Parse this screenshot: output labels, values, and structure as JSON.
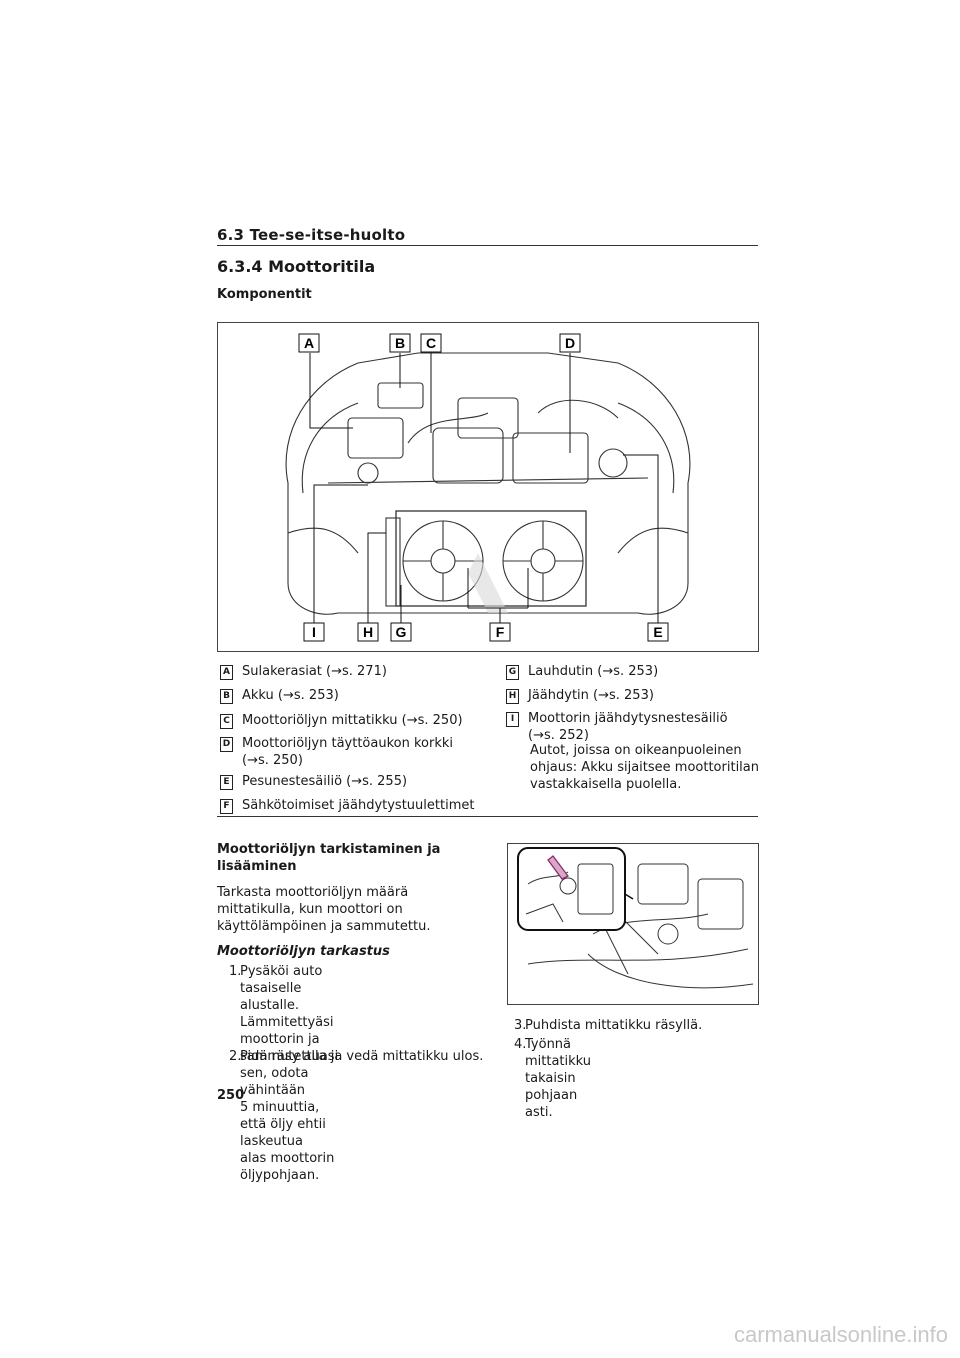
{
  "header": {
    "section": "6.3 Tee-se-itse-huolto"
  },
  "title": "6.3.4 Moottoritila",
  "subtitle": "Komponentit",
  "figure": {
    "callouts_top": [
      "A",
      "B",
      "C",
      "D"
    ],
    "callouts_bottom": [
      "I",
      "H",
      "G",
      "F",
      "E"
    ]
  },
  "legend": {
    "left": [
      {
        "letter": "A",
        "text": "Sulakerasiat (→s. 271)"
      },
      {
        "letter": "B",
        "text": "Akku (→s. 253)"
      },
      {
        "letter": "C",
        "text": "Moottoriöljyn mittatikku (→s. 250)"
      },
      {
        "letter": "D",
        "text": "Moottoriöljyn täyttöaukon korkki\n(→s. 250)"
      },
      {
        "letter": "E",
        "text": "Pesunestesäiliö (→s. 255)"
      },
      {
        "letter": "F",
        "text": "Sähkötoimiset jäähdytystuulettimet"
      }
    ],
    "right": [
      {
        "letter": "G",
        "text": "Lauhdutin (→s. 253)"
      },
      {
        "letter": "H",
        "text": "Jäähdytin (→s. 253)"
      },
      {
        "letter": "I",
        "text": "Moottorin jäähdytysnestesäiliö\n(→s. 252)"
      }
    ],
    "right_note": "Autot, joissa on oikeanpuoleinen\nohjaus: Akku sijaitsee moottoritilan\nvastakkaisella puolella."
  },
  "oil_section": {
    "heading": "Moottoriöljyn tarkistaminen ja\nlisääminen",
    "intro": "Tarkasta moottoriöljyn määrä\nmittatikulla, kun moottori on\nkäyttölämpöinen ja sammutettu.",
    "subheading": "Moottoriöljyn tarkastus",
    "steps_left": [
      {
        "num": "1.",
        "text": "Pysäköi auto tasaiselle alustalle.\nLämmitettyäsi moottorin ja\nsammutettuasi sen, odota vähintään\n5 minuuttia, että öljy ehtii laskeutua\nalas moottorin öljypohjaan."
      },
      {
        "num": "2.",
        "text": "Pidä räsy alla ja vedä mittatikku ulos."
      }
    ],
    "steps_right": [
      {
        "num": "3.",
        "text": "Puhdista mittatikku räsyllä."
      },
      {
        "num": "4.",
        "text": "Työnnä mittatikku takaisin pohjaan\nasti."
      }
    ]
  },
  "page_number": "250",
  "watermark": "carmanualsonline.info"
}
